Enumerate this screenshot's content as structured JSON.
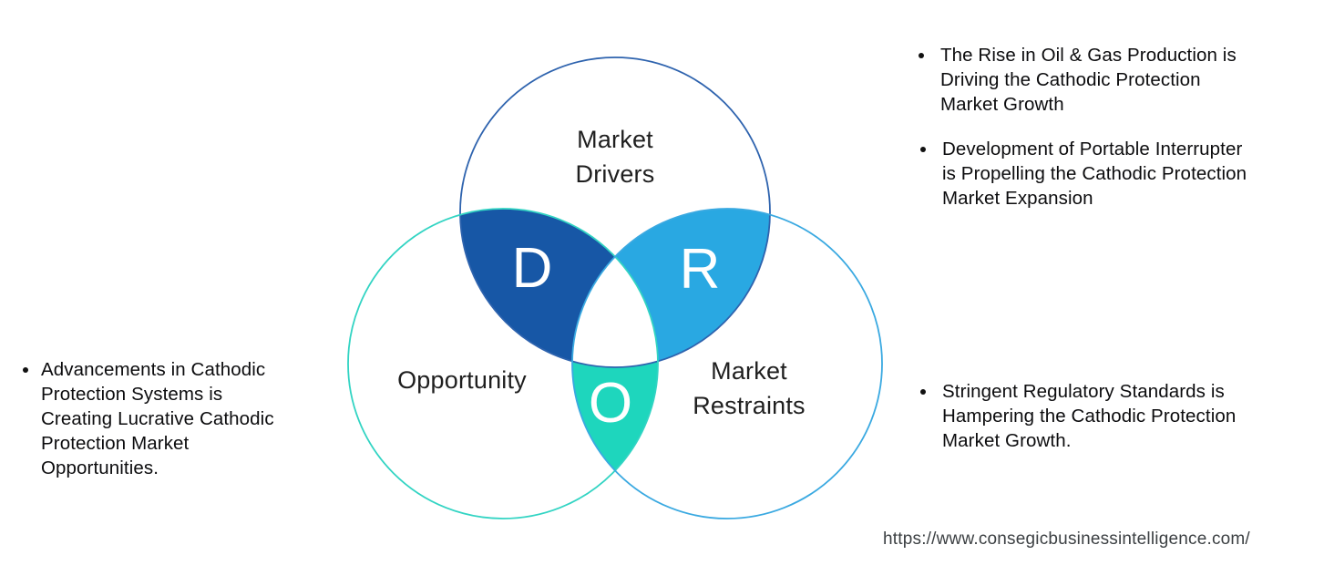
{
  "page": {
    "background": "#ffffff"
  },
  "venn": {
    "label_color": "#1f1f1f",
    "letter_color": "#ffffff",
    "circles": {
      "drivers": {
        "label": "Market\nDrivers",
        "stroke": "#2e63ae"
      },
      "opportunity": {
        "label": "Opportunity",
        "stroke": "#32d4c3"
      },
      "restraints": {
        "label": "Market\nRestraints",
        "stroke": "#3aa9e1"
      }
    },
    "regions": {
      "d": {
        "letter": "D",
        "color": "#1757a6"
      },
      "r": {
        "letter": "R",
        "color": "#29a8e2"
      },
      "o": {
        "letter": "O",
        "color": "#1ed6bd"
      }
    }
  },
  "bullets": {
    "left": [
      {
        "text": "Advancements in Cathodic\nProtection Systems is\nCreating Lucrative Cathodic\nProtection Market\nOpportunities."
      }
    ],
    "right_top": [
      {
        "text": "The Rise in Oil & Gas Production is\nDriving the Cathodic Protection\nMarket Growth"
      },
      {
        "text": "Development of Portable Interrupter\nis Propelling the Cathodic Protection\nMarket Expansion"
      }
    ],
    "right_bottom": [
      {
        "text": "Stringent Regulatory Standards is\nHampering the Cathodic Protection\nMarket Growth."
      }
    ]
  },
  "footer": {
    "url": "https://www.consegicbusinessintelligence.com/"
  }
}
